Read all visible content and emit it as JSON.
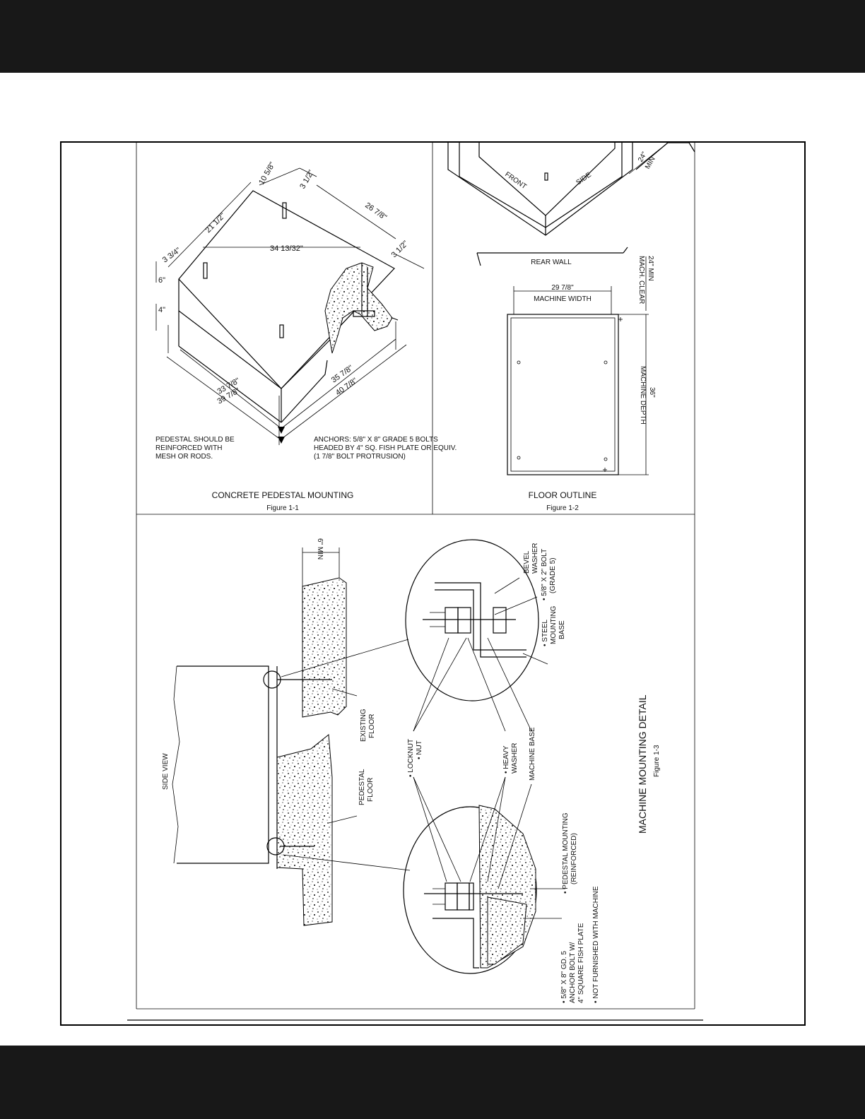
{
  "figure1": {
    "dims": {
      "d_10_5_8": "10 5/8\"",
      "d_3_1_2_top": "3 1/2\"",
      "d_21_1_2": "21 1/2\"",
      "d_26_7_8": "26 7/8\"",
      "d_34_13_32": "34 13/32\"",
      "d_3_1_2_right": "3 1/2\"",
      "d_3_3_4": "3 3/4\"",
      "d_6": "6\"",
      "d_4": "4\"",
      "d_33_7_8": "33 7/8\"",
      "d_39_7_8": "39 7/8\"",
      "d_35_7_8": "35 7/8\"",
      "d_40_7_8": "40 7/8\""
    },
    "note_left": [
      "PEDESTAL SHOULD BE",
      "REINFORCED WITH",
      "MESH OR RODS."
    ],
    "note_right": [
      "ANCHORS: 5/8\" X 8\" GRADE 5 BOLTS",
      "HEADED BY 4\" SQ. FISH PLATE OR EQUIV.",
      "(1 7/8\" BOLT PROTRUSION)"
    ],
    "title": "CONCRETE PEDESTAL MOUNTING",
    "figure_label": "Figure 1-1"
  },
  "figure2": {
    "front": "FRONT",
    "side": "SIDE",
    "min_24": "24\"",
    "min_label": "MIN",
    "rear_wall": "REAR WALL",
    "width_dim": "29 7/8\"",
    "width_label": "MACHINE WIDTH",
    "clear_dim": "24\" MIN",
    "clear_label": "MACH. CLEAR",
    "depth_dim": "36\"",
    "depth_label": "MACHINE DEPTH",
    "title": "FLOOR OUTLINE",
    "figure_label": "Figure 1-2"
  },
  "figure3": {
    "min_6": "6\" MIN",
    "side_view": "SIDE VIEW",
    "existing_floor": [
      "EXISTING",
      "FLOOR"
    ],
    "pedestal_floor": [
      "PEDESTAL",
      "FLOOR"
    ],
    "bevel_washer": [
      "BEVEL",
      "WASHER"
    ],
    "bolt_2": [
      "• 5/8\" X 2\" BOLT",
      "(GRADE 5)"
    ],
    "steel_base": [
      "• STEEL",
      "MOUNTING",
      "BASE"
    ],
    "locknut": [
      "• LOCKNUT",
      "• NUT"
    ],
    "heavy_washer": [
      "• HEAVY",
      "WASHER"
    ],
    "machine_base": "MACHINE BASE",
    "pedestal_mounting": [
      "• PEDESTAL MOUNTING",
      "(REINFORCED)"
    ],
    "anchor_bolt": [
      "• 5/8\" X 8\" GD. 5",
      "ANCHOR BOLT W/",
      "4\" SQUARE FISH PLATE"
    ],
    "not_furnished": "• NOT FURNISHED WITH MACHINE",
    "title": "MACHINE MOUNTING DETAIL",
    "figure_label": "Figure 1-3"
  }
}
